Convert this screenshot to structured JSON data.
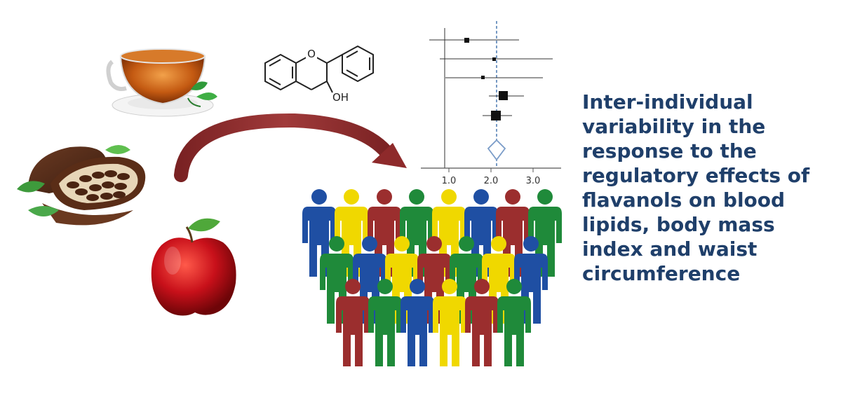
{
  "headline": {
    "lines": [
      "Inter-individual",
      "variability in the",
      "response to the",
      "regulatory effects of",
      "flavanols on blood",
      "lipids, body mass",
      "index and waist",
      "circumference"
    ]
  },
  "molecule": {
    "hydroxyl_label": "OH",
    "ring_oxygen_label": "O"
  },
  "forest_plot": {
    "x_tick_labels": [
      "1.0",
      "2.0",
      "3.0"
    ],
    "reference_value": 2.1
  },
  "colors": {
    "headline": "#1f3f6a",
    "arrow": "#8e2a2b",
    "person_blue": "#1f4fa3",
    "person_yellow": "#f0d800",
    "person_red": "#9b2e2e",
    "person_green": "#1f8a3a",
    "diamond": "#7a9cc8"
  },
  "icons": [
    "tea-cup-icon",
    "cocoa-pod-icon",
    "apple-icon",
    "flavanol-structure-icon",
    "forest-plot-icon",
    "people-crowd-icon",
    "curved-arrow-icon"
  ]
}
